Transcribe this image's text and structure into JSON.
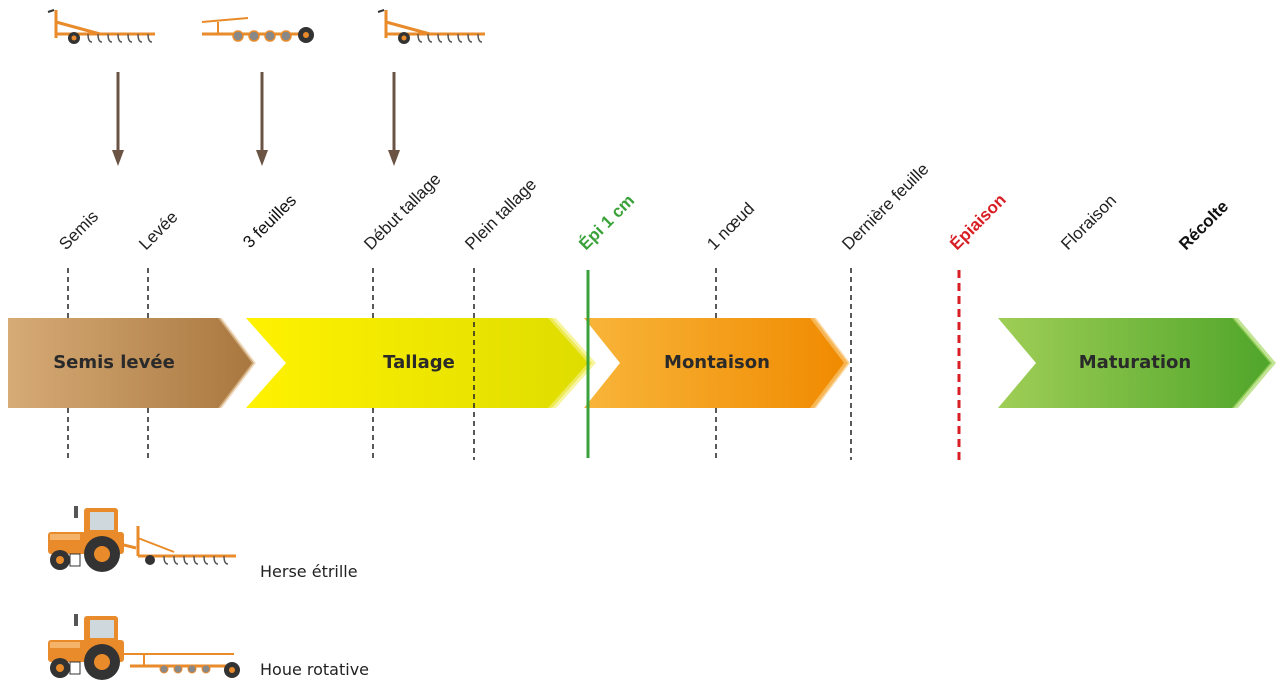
{
  "stages": {
    "semis": "Semis",
    "levee": "Levée",
    "trois_feuilles": "3 feuilles",
    "debut_tallage": "Début tallage",
    "plein_tallage": "Plein tallage",
    "epi_1cm": "Épi 1 cm",
    "un_noeud": "1 nœud",
    "derniere_feuille": "Dernière feuille",
    "epiaison": "Épiaison",
    "floraison": "Floraison",
    "recolte": "Récolte"
  },
  "phases": {
    "semis_levee": "Semis levée",
    "tallage": "Tallage",
    "montaison": "Montaison",
    "maturation": "Maturation"
  },
  "legend": {
    "herse": "Herse étrille",
    "houe": "Houe rotative"
  },
  "colors": {
    "semis_levee": "#b0824b",
    "tallage": "#f0e100",
    "montaison": "#f39a10",
    "maturation": "#67b02f",
    "epi_marker": "#3aa23a",
    "epiaison_marker": "#d81f26",
    "arrow": "#6b5444",
    "tool_orange": "#e98b2a"
  }
}
